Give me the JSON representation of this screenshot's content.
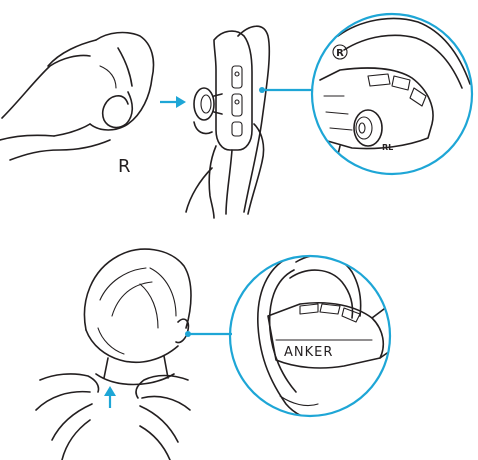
{
  "labels": {
    "ear_side": "R",
    "badge_r": "R",
    "tip_label": "RL",
    "brand": "ANKER"
  },
  "colors": {
    "accent": "#1ea6d6",
    "ink": "#231f20"
  },
  "icons": [
    "right-arrow-icon",
    "up-arrow-icon"
  ]
}
